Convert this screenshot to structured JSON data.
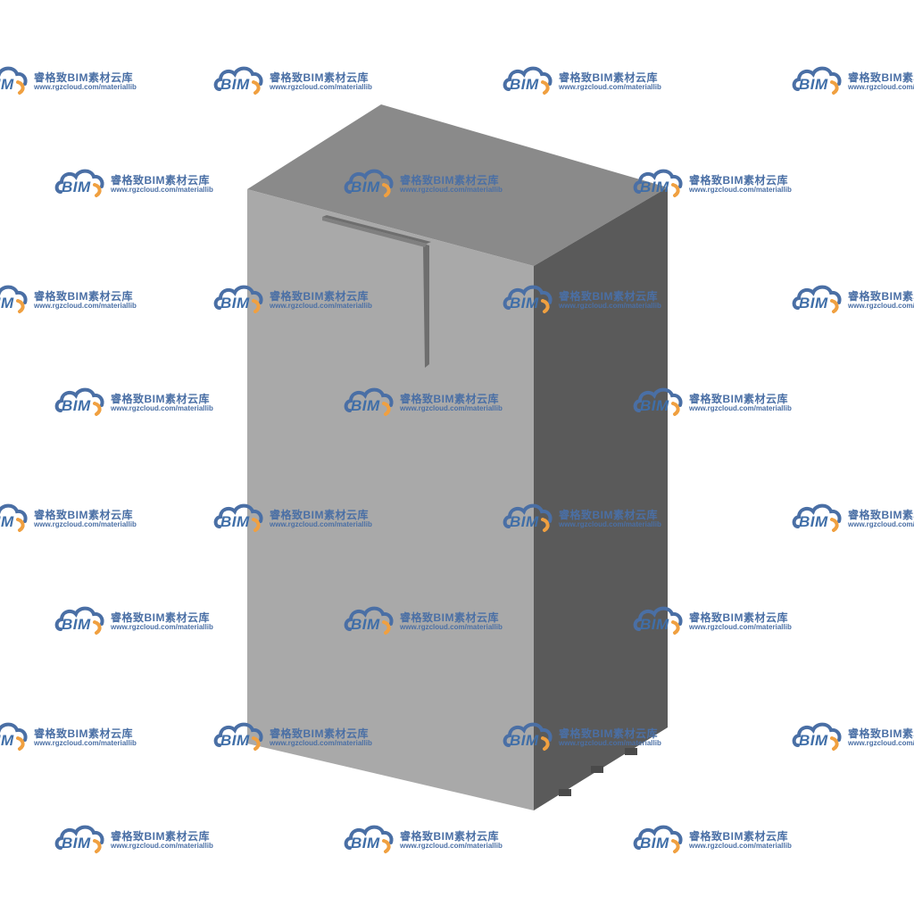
{
  "watermark": {
    "logo_text": "BIM",
    "brand": "睿格致BIM素材云库",
    "url": "www.rgzcloud.com/materiallib"
  },
  "colors": {
    "top": "#8a8a8a",
    "front": "#a9a9a9",
    "side": "#5a5a5a",
    "handle": "#6e6e6e",
    "logo_blue": "#4a6fa5",
    "logo_orange": "#f0a040"
  }
}
